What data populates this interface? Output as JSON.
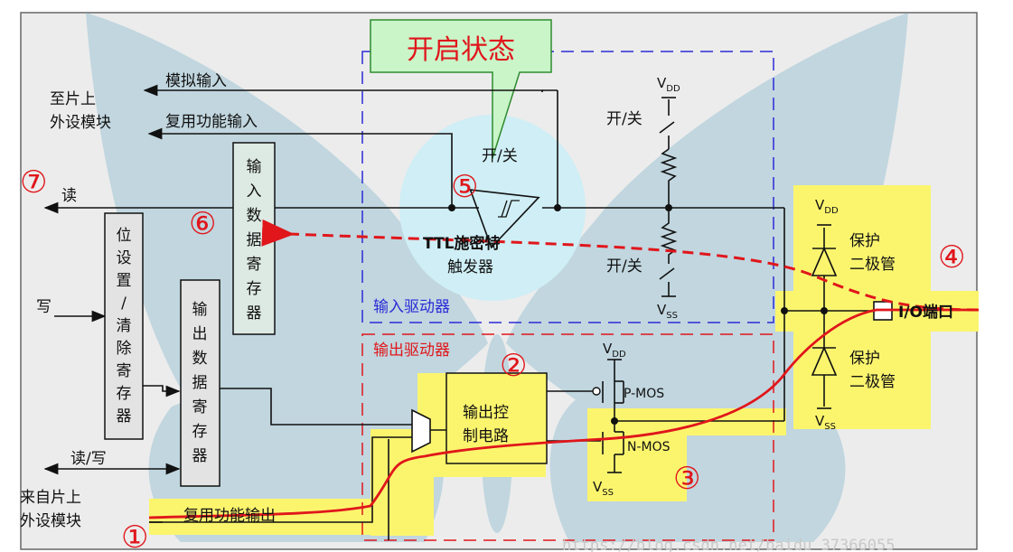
{
  "title_callout": "开启状态",
  "outputs": {
    "to_peripheral_line1": "至片上",
    "to_peripheral_line2": "外设模块",
    "analog_input": "模拟输入",
    "alt_func_input": "复用功能输入",
    "read": "读"
  },
  "inputs": {
    "write": "写",
    "read_write": "读/写",
    "from_peripheral_line1": "来自片上",
    "from_peripheral_line2": "外设模块",
    "alt_func_output": "复用功能输出"
  },
  "registers": {
    "input_data_register": [
      "输",
      "入",
      "数",
      "据",
      "寄",
      "存",
      "器"
    ],
    "bit_set_reset_register": [
      "位",
      "设",
      "置",
      "/",
      "清",
      "除",
      "寄",
      "存",
      "器"
    ],
    "output_data_register": [
      "输",
      "出",
      "数",
      "据",
      "寄",
      "存",
      "器"
    ]
  },
  "input_driver": {
    "label": "输入驱动器",
    "schmitt_line1": "TTL施密特",
    "schmitt_line2": "触发器",
    "switch_label": "开/关",
    "pull_up_switch": "开/关",
    "pull_down_switch": "开/关",
    "vdd_main": "V",
    "vdd_sub": "DD",
    "vss_main": "V",
    "vss_sub": "SS"
  },
  "output_driver": {
    "label": "输出驱动器",
    "control_line1": "输出控",
    "control_line2": "制电路",
    "pmos": "P-MOS",
    "nmos": "N-MOS",
    "vdd_main": "V",
    "vdd_sub": "DD",
    "vss_main": "V",
    "vss_sub": "SS"
  },
  "protection": {
    "upper_line1": "保护",
    "upper_line2": "二极管",
    "lower_line1": "保护",
    "lower_line2": "二极管",
    "vdd_main": "V",
    "vdd_sub": "DD",
    "vss_main": "V",
    "vss_sub": "SS",
    "io_port": "I/O端口"
  },
  "markers": {
    "m1": "①",
    "m2": "②",
    "m3": "③",
    "m4": "④",
    "m5": "⑤",
    "m6": "⑥",
    "m7": "⑦"
  },
  "watermark": "https://blog.csdn.net/baidu_37366055",
  "colors": {
    "highlight": "#fbf56e",
    "path": "#e0161b",
    "input_driver_box": "#2b2bd6",
    "output_driver_box": "#e0161b",
    "register_fill": "#dde9e3"
  }
}
